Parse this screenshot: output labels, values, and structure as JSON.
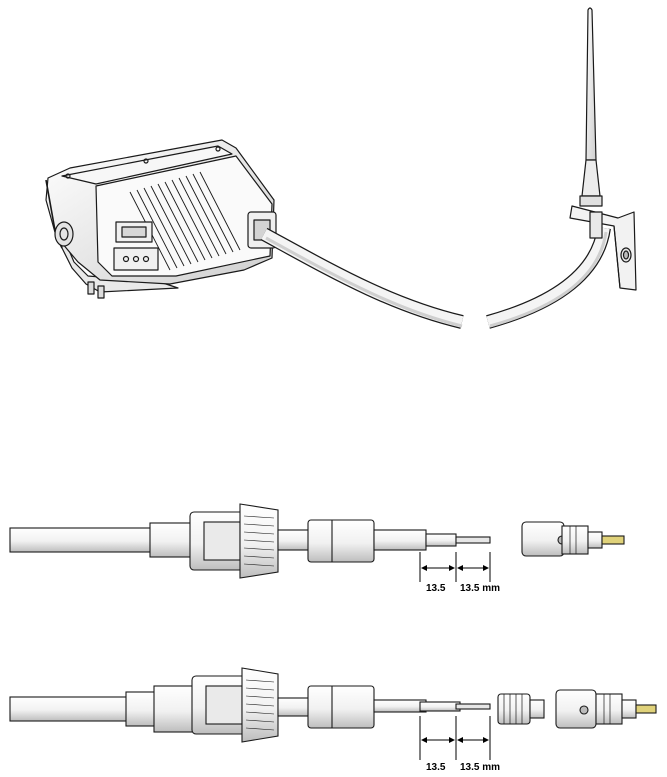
{
  "dimensions": {
    "top_pair": {
      "left_value": "13.5",
      "right_value": "13.5 mm"
    },
    "bottom_pair": {
      "left_value": "13.5",
      "right_value": "13.5 mm"
    }
  },
  "colors": {
    "line": "#1a1a1a",
    "cable_fill": "#f3f3f3",
    "shade": "#c9c9c9",
    "metal": "#d8d8d8",
    "pin_accent": "#e0d27a"
  }
}
